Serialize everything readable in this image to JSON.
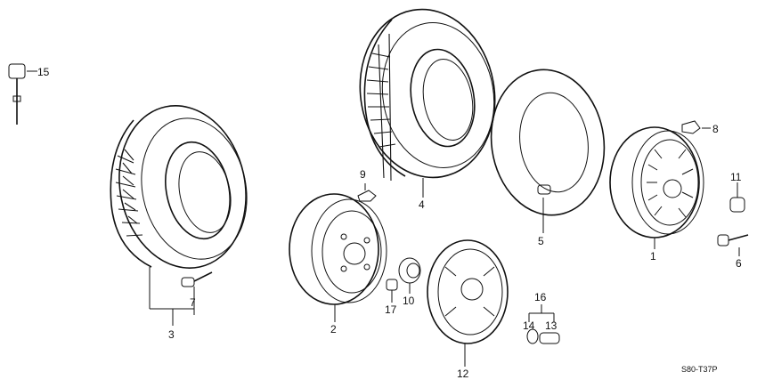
{
  "callouts": {
    "c1": "1",
    "c2": "2",
    "c3": "3",
    "c4": "4",
    "c5": "5",
    "c6": "6",
    "c7": "7",
    "c8": "8",
    "c9": "9",
    "c10": "10",
    "c11": "11",
    "c12": "12",
    "c13": "13",
    "c14": "14",
    "c15": "15",
    "c16": "16",
    "c17": "17"
  },
  "diagram_code": "S80-T37P"
}
